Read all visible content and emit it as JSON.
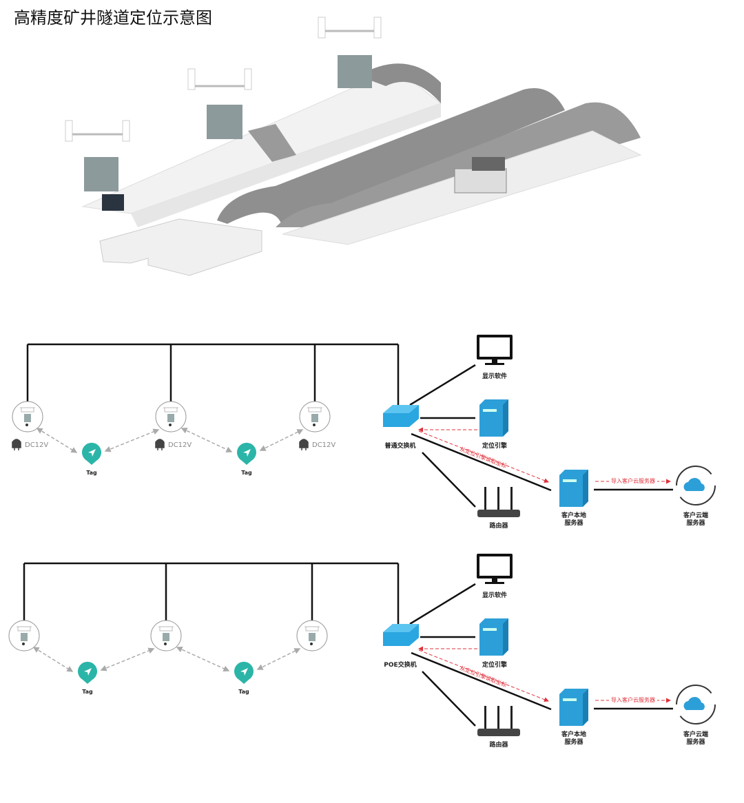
{
  "title": "高精度矿井隧道定位示意图",
  "colors": {
    "switch": "#2aa6e0",
    "server": "#2d9fd8",
    "tag": "#2bb5a8",
    "red_dashed": "#e0303a",
    "link": "#111111",
    "wireless": "#aaaaaa"
  },
  "diagrams": [
    {
      "power_label": "DC12V",
      "tag_label": "Tag",
      "switch_label": "普通交换机",
      "display_label": "显示软件",
      "engine_label": "定位引擎",
      "router_label": "路由器",
      "read_label": "从定位引擎读取坐标",
      "import_label": "导入客户云服务器",
      "local_server_label": [
        "客户本地",
        "服务器"
      ],
      "cloud_server_label": [
        "客户云端",
        "服务器"
      ]
    },
    {
      "tag_label": "Tag",
      "switch_label": "POE交换机",
      "display_label": "显示软件",
      "engine_label": "定位引擎",
      "router_label": "路由器",
      "read_label": "从定位引擎读取坐标",
      "import_label": "导入客户云服务器",
      "local_server_label": [
        "客户本地",
        "服务器"
      ],
      "cloud_server_label": [
        "客户云端",
        "服务器"
      ]
    }
  ]
}
